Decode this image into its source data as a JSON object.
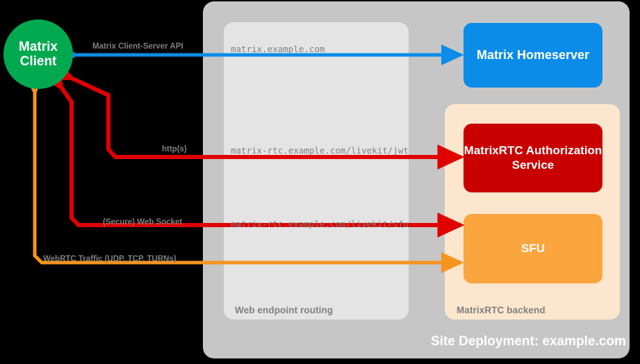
{
  "diagram": {
    "title": "Site Deployment: example.com",
    "panels": {
      "site": {
        "caption": "Site Deployment: example.com"
      },
      "routing": {
        "caption": "Web endpoint routing"
      },
      "backend": {
        "caption": "MatrixRTC backend"
      }
    },
    "nodes": {
      "client": {
        "line1": "Matrix",
        "line2": "Client",
        "color": "#00a94f"
      },
      "homeserver": {
        "label": "Matrix Homeserver",
        "color": "#0b8ce8"
      },
      "auth": {
        "label": "MatrixRTC Authorization Service",
        "color": "#c80000"
      },
      "sfu": {
        "label": "SFU",
        "color": "#fba53f"
      }
    },
    "edges": [
      {
        "id": "client-server-api",
        "label": "Matrix Client-Server API",
        "url": "matrix.example.com",
        "color": "#0b8ce8",
        "direction": "bidirectional"
      },
      {
        "id": "authorization-http",
        "label": "http(s)",
        "url": "matrix-rtc.example.com/livekit/jwt",
        "color": "#e00000",
        "direction": "bidirectional"
      },
      {
        "id": "sfu-websocket",
        "label": "(Secure) Web Socket",
        "url": "matrix-rtc.example.com/livekit/sfu",
        "color": "#e00000",
        "direction": "bidirectional"
      },
      {
        "id": "webrtc-media",
        "label": "WebRTC Traffic (UDP, TCP, TURNs)",
        "url": "",
        "color": "#f7941e",
        "direction": "bidirectional"
      }
    ],
    "colors": {
      "background": "#000000",
      "site_panel": "#c6c6c6",
      "routing_panel": "#e4e4e4",
      "backend_panel": "#fce6cd",
      "caption_text": "#7f7f7f",
      "green": "#00a94f",
      "blue": "#0b8ce8",
      "red": "#c80000",
      "arrow_red": "#e00000",
      "orange": "#fba53f",
      "arrow_orange": "#f7941e"
    }
  }
}
